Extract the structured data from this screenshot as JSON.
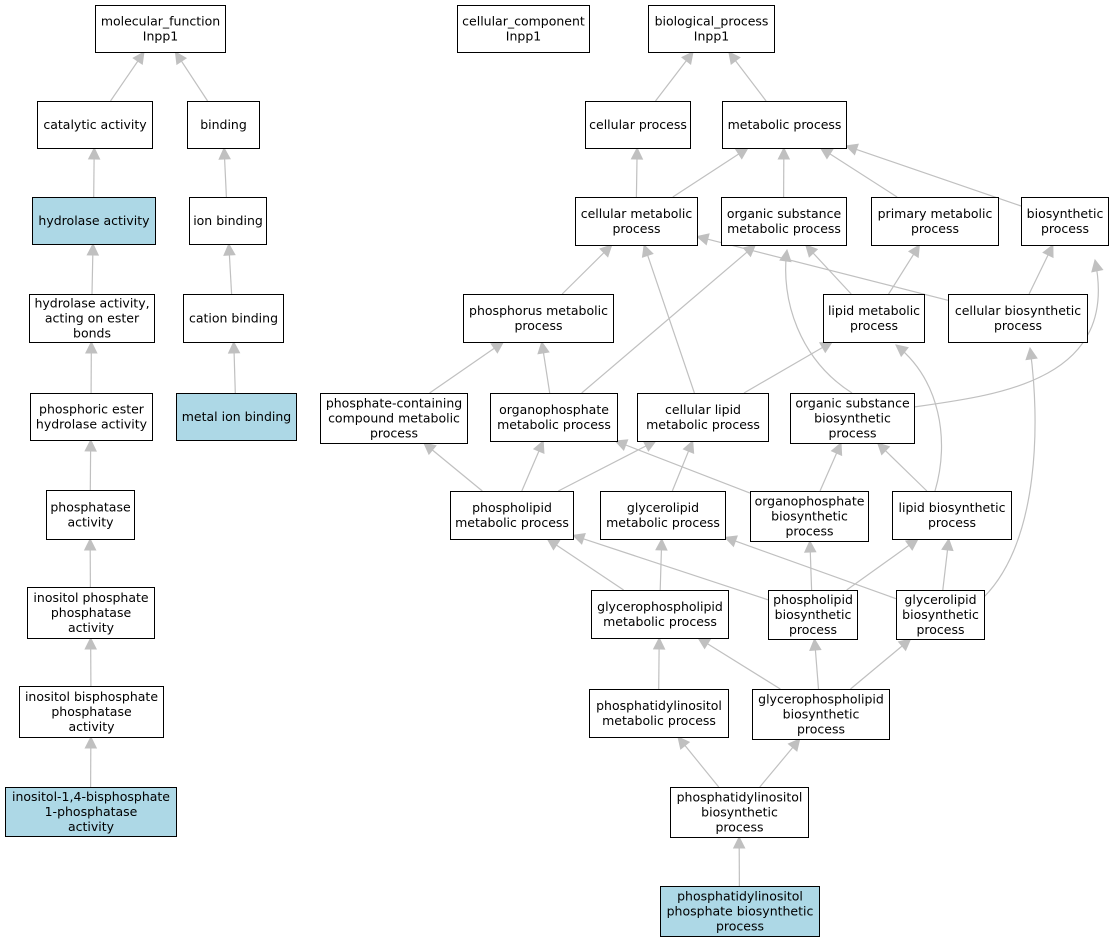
{
  "colors": {
    "highlight": "#add8e6",
    "plain": "#ffffff",
    "edge": "#c0c0c0",
    "border": "#000000"
  },
  "nodes": [
    {
      "id": "mf",
      "lines": [
        "molecular_function",
        "Inpp1"
      ],
      "highlight": false
    },
    {
      "id": "cc",
      "lines": [
        "cellular_component",
        "Inpp1"
      ],
      "highlight": false
    },
    {
      "id": "bp",
      "lines": [
        "biological_process",
        "Inpp1"
      ],
      "highlight": false
    },
    {
      "id": "cat",
      "lines": [
        "catalytic activity"
      ],
      "highlight": false
    },
    {
      "id": "bind",
      "lines": [
        "binding"
      ],
      "highlight": false
    },
    {
      "id": "hyd",
      "lines": [
        "hydrolase activity"
      ],
      "highlight": true
    },
    {
      "id": "ionb",
      "lines": [
        "ion binding"
      ],
      "highlight": false
    },
    {
      "id": "hyde",
      "lines": [
        "hydrolase activity,",
        "acting on ester",
        "bonds"
      ],
      "highlight": false
    },
    {
      "id": "catb",
      "lines": [
        "cation binding"
      ],
      "highlight": false
    },
    {
      "id": "phe",
      "lines": [
        "phosphoric ester",
        "hydrolase activity"
      ],
      "highlight": false
    },
    {
      "id": "mib",
      "lines": [
        "metal ion binding"
      ],
      "highlight": true
    },
    {
      "id": "pase",
      "lines": [
        "phosphatase",
        "activity"
      ],
      "highlight": false
    },
    {
      "id": "ipp",
      "lines": [
        "inositol phosphate",
        "phosphatase",
        "activity"
      ],
      "highlight": false
    },
    {
      "id": "ibp",
      "lines": [
        "inositol bisphosphate",
        "phosphatase",
        "activity"
      ],
      "highlight": false
    },
    {
      "id": "i14",
      "lines": [
        "inositol-1,4-bisphosphate",
        "1-phosphatase",
        "activity"
      ],
      "highlight": true
    },
    {
      "id": "cp",
      "lines": [
        "cellular process"
      ],
      "highlight": false
    },
    {
      "id": "mp",
      "lines": [
        "metabolic process"
      ],
      "highlight": false
    },
    {
      "id": "cmp",
      "lines": [
        "cellular metabolic",
        "process"
      ],
      "highlight": false
    },
    {
      "id": "osmp",
      "lines": [
        "organic substance",
        "metabolic process"
      ],
      "highlight": false
    },
    {
      "id": "pmp",
      "lines": [
        "primary metabolic",
        "process"
      ],
      "highlight": false
    },
    {
      "id": "bsp",
      "lines": [
        "biosynthetic",
        "process"
      ],
      "highlight": false
    },
    {
      "id": "phmp",
      "lines": [
        "phosphorus metabolic",
        "process"
      ],
      "highlight": false
    },
    {
      "id": "lmp",
      "lines": [
        "lipid metabolic",
        "process"
      ],
      "highlight": false
    },
    {
      "id": "cbp",
      "lines": [
        "cellular biosynthetic",
        "process"
      ],
      "highlight": false
    },
    {
      "id": "pccm",
      "lines": [
        "phosphate-containing",
        "compound metabolic",
        "process"
      ],
      "highlight": false
    },
    {
      "id": "opmp",
      "lines": [
        "organophosphate",
        "metabolic process"
      ],
      "highlight": false
    },
    {
      "id": "clmp",
      "lines": [
        "cellular lipid",
        "metabolic process"
      ],
      "highlight": false
    },
    {
      "id": "osbp",
      "lines": [
        "organic substance",
        "biosynthetic",
        "process"
      ],
      "highlight": false
    },
    {
      "id": "plmp",
      "lines": [
        "phospholipid",
        "metabolic process"
      ],
      "highlight": false
    },
    {
      "id": "glmp",
      "lines": [
        "glycerolipid",
        "metabolic process"
      ],
      "highlight": false
    },
    {
      "id": "opbp",
      "lines": [
        "organophosphate",
        "biosynthetic",
        "process"
      ],
      "highlight": false
    },
    {
      "id": "lbp",
      "lines": [
        "lipid biosynthetic",
        "process"
      ],
      "highlight": false
    },
    {
      "id": "gpmp",
      "lines": [
        "glycerophospholipid",
        "metabolic process"
      ],
      "highlight": false
    },
    {
      "id": "plbp",
      "lines": [
        "phospholipid",
        "biosynthetic",
        "process"
      ],
      "highlight": false
    },
    {
      "id": "glbp",
      "lines": [
        "glycerolipid",
        "biosynthetic",
        "process"
      ],
      "highlight": false
    },
    {
      "id": "pimp",
      "lines": [
        "phosphatidylinositol",
        "metabolic process"
      ],
      "highlight": false
    },
    {
      "id": "gpbp",
      "lines": [
        "glycerophospholipid",
        "biosynthetic",
        "process"
      ],
      "highlight": false
    },
    {
      "id": "pibp",
      "lines": [
        "phosphatidylinositol",
        "biosynthetic",
        "process"
      ],
      "highlight": false
    },
    {
      "id": "pipb",
      "lines": [
        "phosphatidylinositol",
        "phosphate biosynthetic",
        "process"
      ],
      "highlight": true
    }
  ]
}
